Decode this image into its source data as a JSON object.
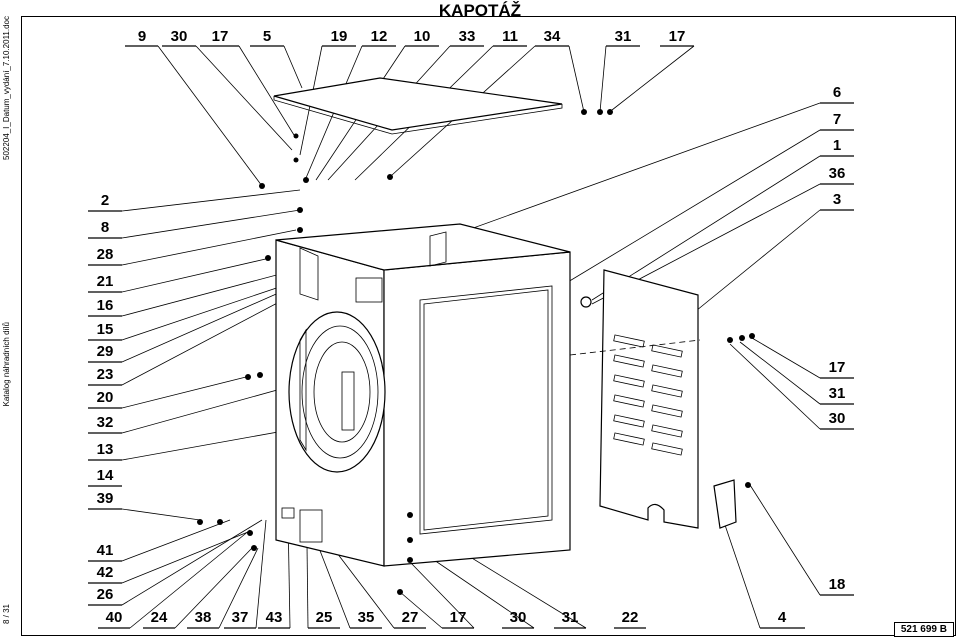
{
  "title": "KAPOTÁŽ",
  "side_text": {
    "top": "502204_I_Datum_vydání_7.10.2011.doc",
    "middle": "Katalog náhradních dílů",
    "bottom": "8 / 31"
  },
  "doc_code": "521 699 B",
  "labels": {
    "top": [
      "9",
      "30",
      "17",
      "5",
      "19",
      "12",
      "10",
      "33",
      "11",
      "34",
      "31",
      "17"
    ],
    "left": [
      "2",
      "8",
      "28",
      "21",
      "16",
      "15",
      "29",
      "23",
      "20",
      "32",
      "13",
      "14",
      "39",
      "41",
      "42",
      "26"
    ],
    "right": [
      "6",
      "7",
      "1",
      "36",
      "3",
      "17",
      "31",
      "30",
      "18"
    ],
    "bottom": [
      "40",
      "24",
      "38",
      "37",
      "43",
      "25",
      "35",
      "27",
      "17",
      "30",
      "31",
      "22",
      "4"
    ]
  }
}
